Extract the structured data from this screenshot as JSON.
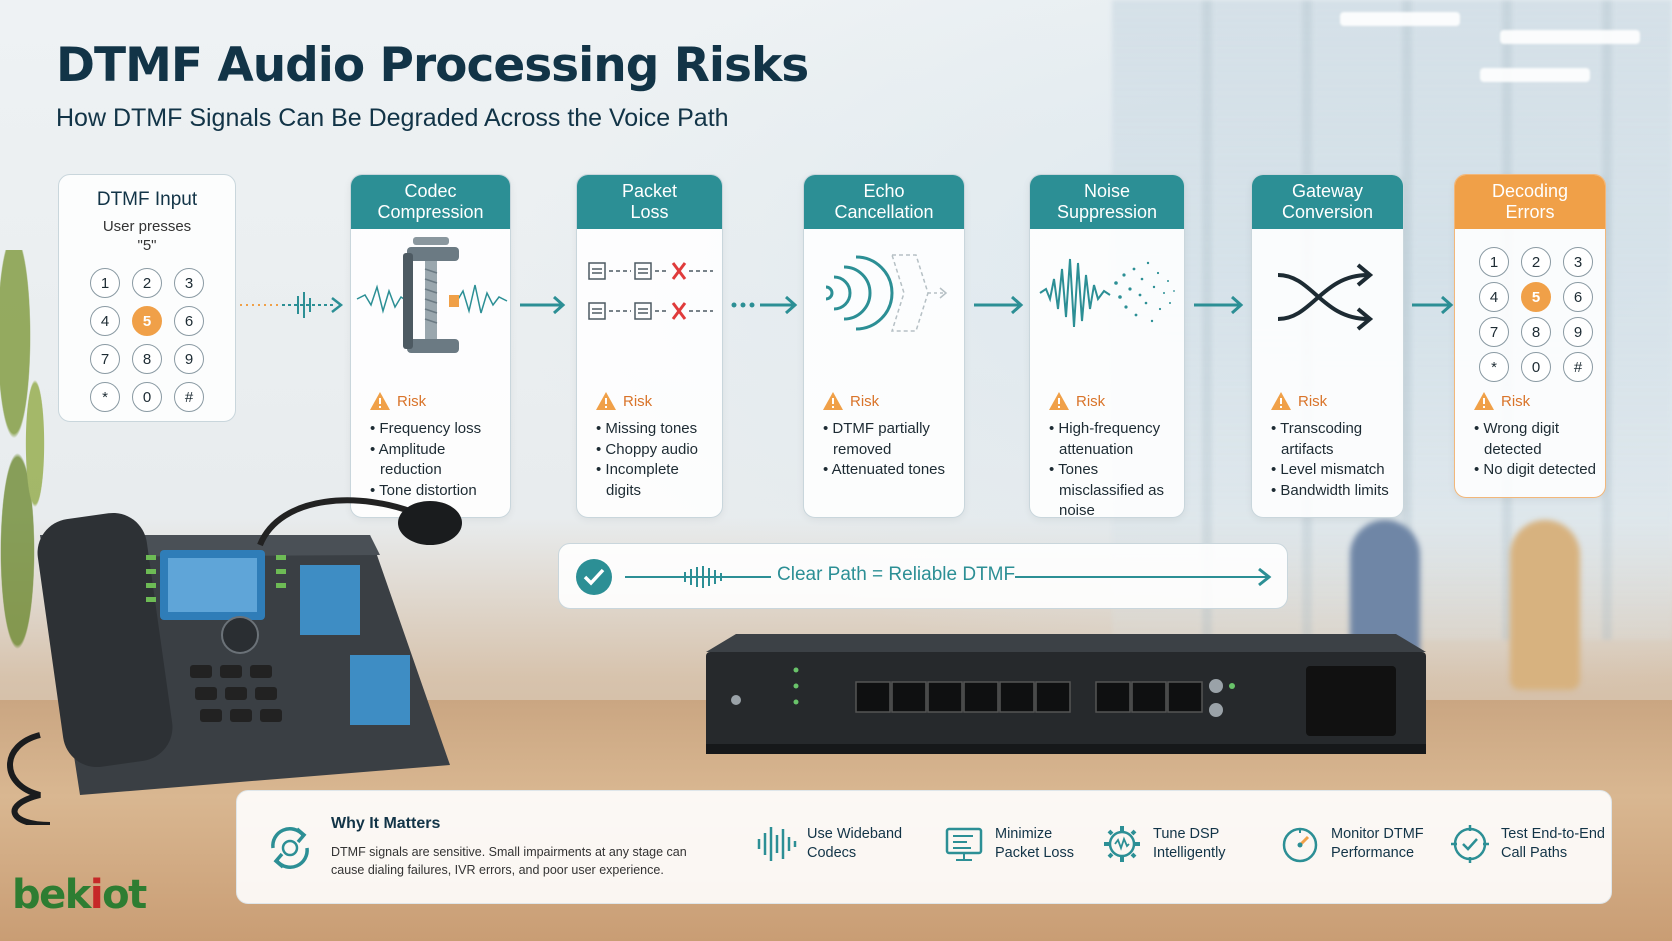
{
  "title": "DTMF Audio Processing Risks",
  "subtitle": "How DTMF Signals Can Be Degraded Across the Voice Path",
  "input": {
    "title": "DTMF Input",
    "subtitle": "User presses\n\"5\"",
    "keys": [
      "1",
      "2",
      "3",
      "4",
      "5",
      "6",
      "7",
      "8",
      "9",
      "*",
      "0",
      "#"
    ],
    "active_key": "5"
  },
  "risk_label": "Risk",
  "stages": [
    {
      "title": "Codec\nCompression",
      "bullets": [
        "Frequency loss",
        "Amplitude reduction",
        "Tone distortion"
      ]
    },
    {
      "title": "Packet\nLoss",
      "bullets": [
        "Missing tones",
        "Choppy audio",
        "Incomplete digits"
      ]
    },
    {
      "title": "Echo\nCancellation",
      "bullets": [
        "DTMF partially removed",
        "Attenuated tones"
      ]
    },
    {
      "title": "Noise\nSuppression",
      "bullets": [
        "High-frequency attenuation",
        "Tones misclassified as noise"
      ]
    },
    {
      "title": "Gateway\nConversion",
      "bullets": [
        "Transcoding artifacts",
        "Level mismatch",
        "Bandwidth limits"
      ]
    },
    {
      "title": "Decoding\nErrors",
      "bullets": [
        "Wrong digit detected",
        "No digit detected"
      ]
    }
  ],
  "clear_path": "Clear Path = Reliable DTMF",
  "why": {
    "title": "Why It Matters",
    "text": "DTMF signals are sensitive. Small impairments at any stage can cause dialing failures, IVR errors, and poor user experience."
  },
  "tips": [
    {
      "icon": "waveform-icon",
      "label": "Use Wideband\nCodecs"
    },
    {
      "icon": "monitor-packets-icon",
      "label": "Minimize\nPacket Loss"
    },
    {
      "icon": "gear-wave-icon",
      "label": "Tune DSP\nIntelligently"
    },
    {
      "icon": "gauge-icon",
      "label": "Monitor DTMF\nPerformance"
    },
    {
      "icon": "path-check-icon",
      "label": "Test End-to-End\nCall Paths"
    }
  ],
  "colors": {
    "teal": "#2c8f95",
    "orange": "#f0a048",
    "navy": "#123447"
  }
}
